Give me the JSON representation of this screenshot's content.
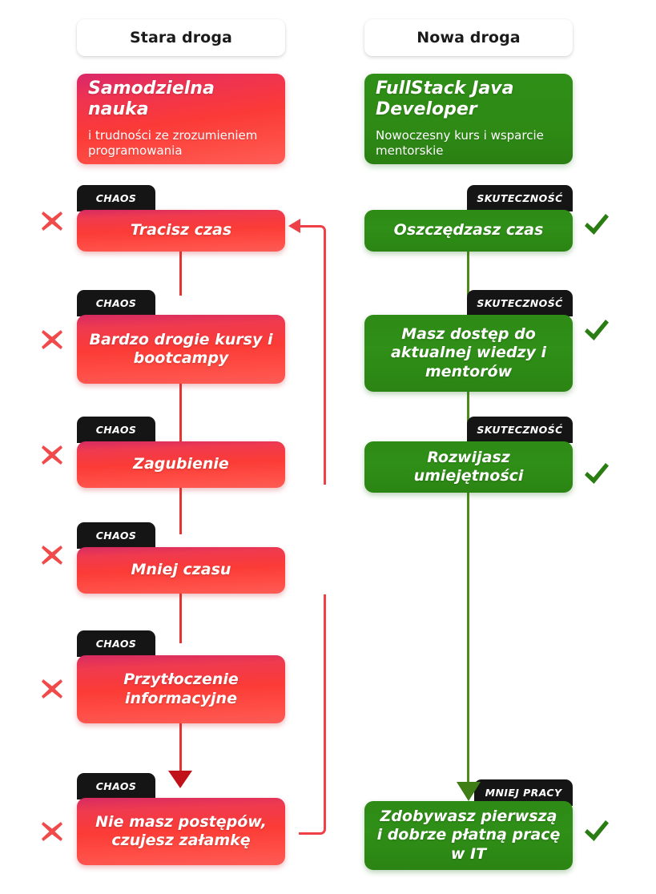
{
  "columns": {
    "left": {
      "header": "Stara droga"
    },
    "right": {
      "header": "Nowa droga"
    }
  },
  "colors": {
    "red_accent": "#fb3a37",
    "red_line": "#e8342f",
    "red_arrow": "#c1121a",
    "green_accent": "#2e8b16",
    "green_line": "#4a8b1c",
    "badge_bg": "#151515",
    "mark_cross": "#f04a4a",
    "mark_check": "#2a7d12",
    "page_bg": "#ffffff"
  },
  "left_column": {
    "hero": {
      "title": "Samodzielna nauka",
      "subtitle": "i trudności ze zrozumieniem programowania"
    },
    "items": [
      {
        "badge": "CHAOS",
        "text": "Tracisz czas",
        "mark": "cross-icon"
      },
      {
        "badge": "CHAOS",
        "text": "Bardzo drogie kursy i bootcampy",
        "mark": "cross-icon"
      },
      {
        "badge": "CHAOS",
        "text": "Zagubienie",
        "mark": "cross-icon"
      },
      {
        "badge": "CHAOS",
        "text": "Mniej czasu",
        "mark": "cross-icon"
      },
      {
        "badge": "CHAOS",
        "text": "Przytłoczenie informacyjne",
        "mark": "cross-icon"
      },
      {
        "badge": "CHAOS",
        "text": "Nie masz postępów, czujesz załamkę",
        "mark": "cross-icon"
      }
    ]
  },
  "right_column": {
    "hero": {
      "title": "FullStack Java Developer",
      "subtitle": "Nowoczesny kurs i wsparcie mentorskie"
    },
    "items": [
      {
        "badge": "SKUTECZNOŚĆ",
        "text": "Oszczędzasz czas",
        "mark": "check-icon"
      },
      {
        "badge": "SKUTECZNOŚĆ",
        "text": "Masz dostęp do aktualnej wiedzy i mentorów",
        "mark": "check-icon"
      },
      {
        "badge": "SKUTECZNOŚĆ",
        "text": "Rozwijasz umiejętności",
        "mark": "check-icon"
      },
      {
        "badge": "MNIEJ PRACY",
        "text": "Zdobywasz pierwszą i dobrze płatną pracę w IT",
        "mark": "check-icon"
      }
    ]
  }
}
